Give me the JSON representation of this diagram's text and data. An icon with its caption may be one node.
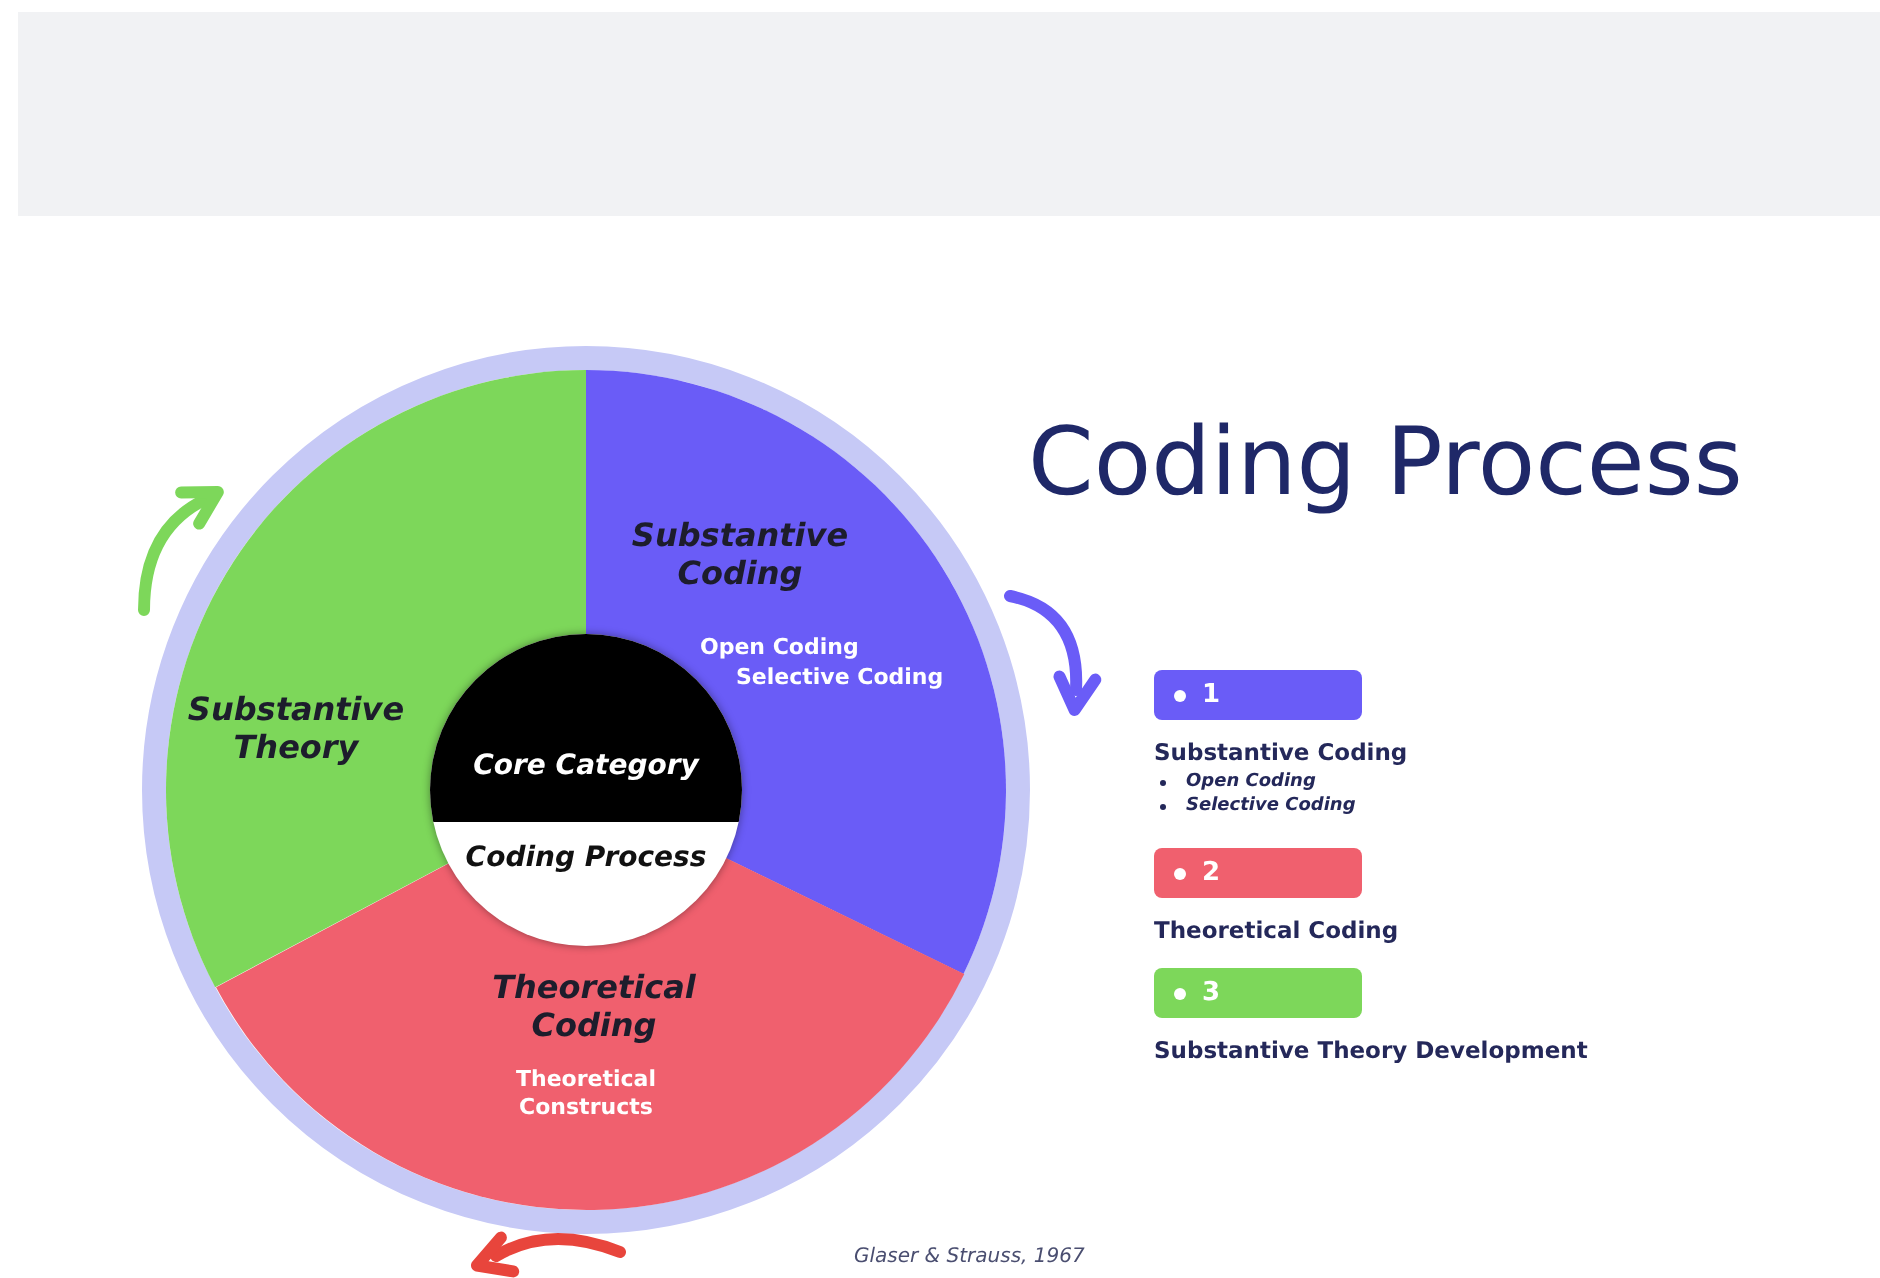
{
  "diagram": {
    "title": "Coding Process",
    "nodes": [
      {
        "text": [
          "Substantive Coding",
          "Open Coding",
          "Selective Coding"
        ]
      },
      {
        "text": [
          "Theoretical Coding",
          "Theoretical Constructs"
        ]
      },
      {
        "text": [
          "Substantive Theory"
        ]
      },
      {
        "text": [
          "Core Category",
          "Coding Process"
        ]
      },
      {
        "text": [
          "1"
        ],
        "beside": [
          "Substantive Coding",
          "Open Coding",
          "Selective Coding"
        ]
      },
      {
        "text": [
          "2"
        ],
        "beside": [
          "Theoretical Coding"
        ]
      },
      {
        "text": [
          "3"
        ],
        "beside": [
          "Substantive Theory Development"
        ]
      }
    ],
    "edges": [],
    "labels": [
      "Glaser & Strauss, 1967"
    ]
  }
}
